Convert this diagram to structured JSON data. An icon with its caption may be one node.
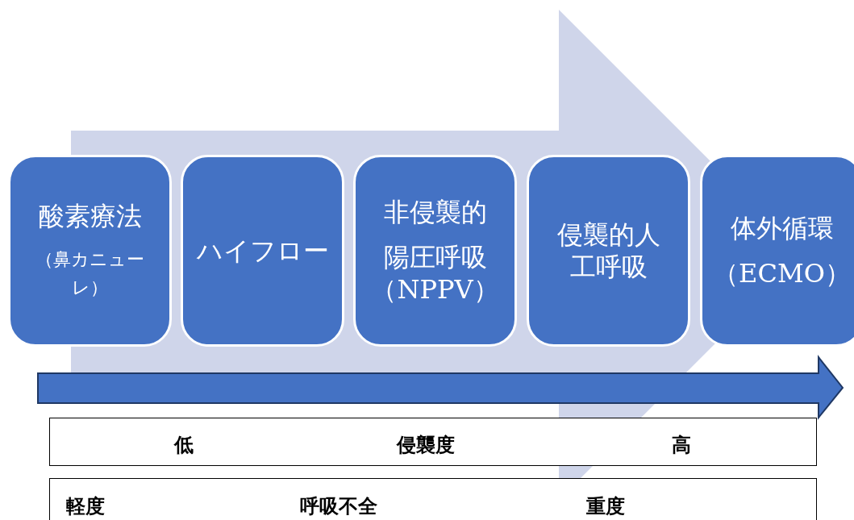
{
  "diagram": {
    "nodes": [
      {
        "text": [
          "酸素療法",
          "（鼻カニューレ）"
        ]
      },
      {
        "text": [
          "ハイフロー"
        ]
      },
      {
        "text": [
          "非侵襲的",
          "陽圧呼吸（NPPV）"
        ]
      },
      {
        "text": [
          "侵襲的人工呼吸"
        ]
      },
      {
        "text": [
          "体外循環",
          "（ECMO）"
        ]
      }
    ],
    "edges": [
      {
        "from": 0,
        "to": 4,
        "arrow": "to"
      }
    ],
    "labels": [
      "低",
      "侵襲度",
      "高",
      "軽度",
      "呼吸不全",
      "重度"
    ]
  }
}
